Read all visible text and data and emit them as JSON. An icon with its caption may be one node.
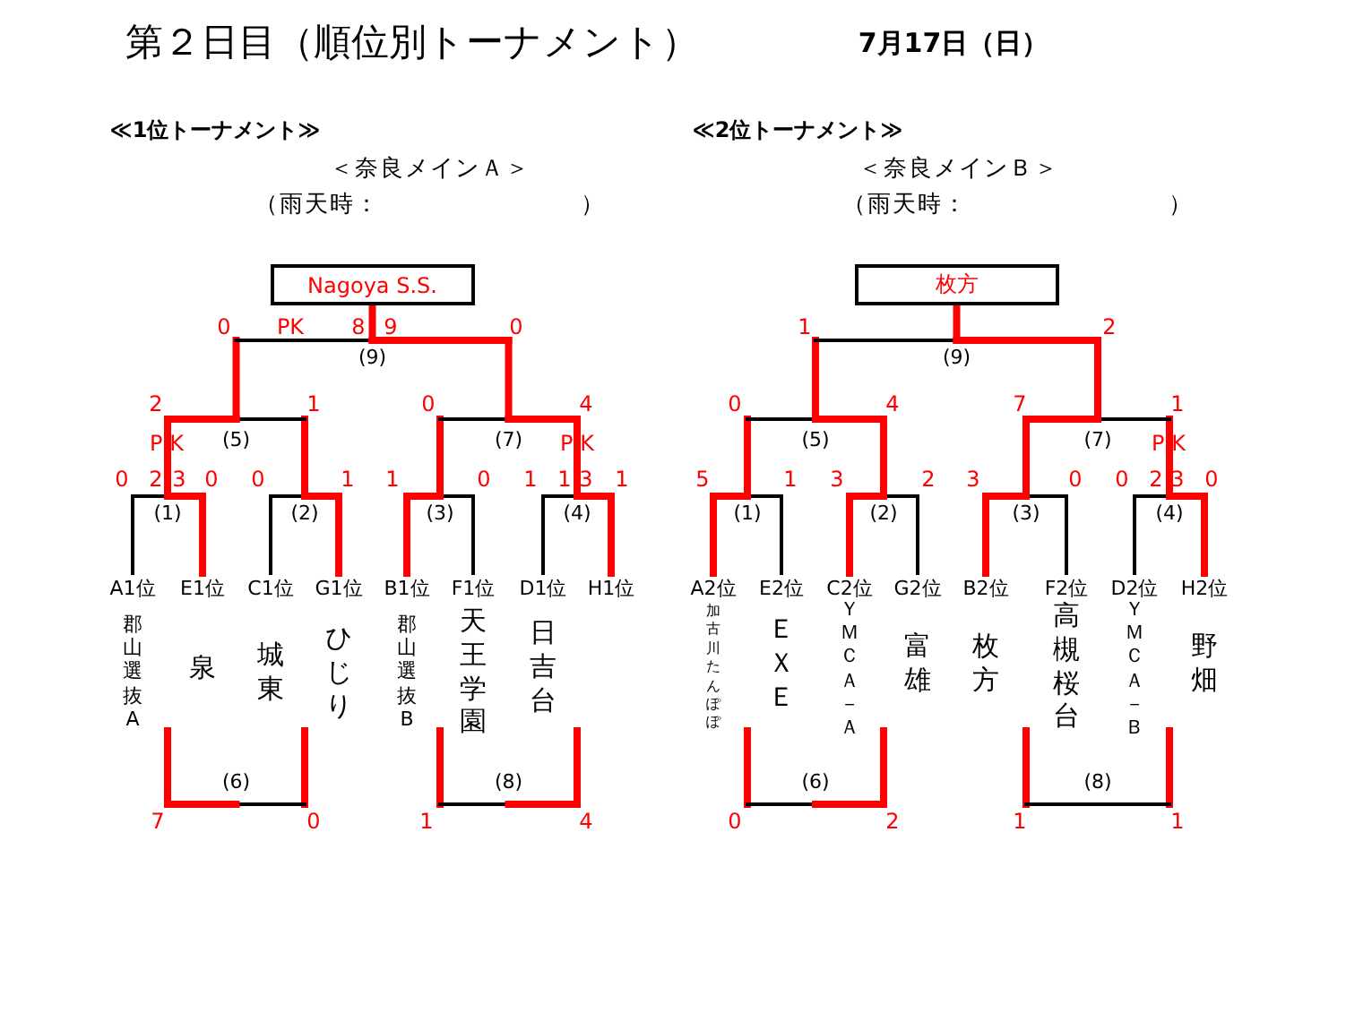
{
  "diagram": {
    "title": "第２日目（順位別トーナメント）",
    "nodes": [
      {
        "text": [
          "Nagoya S.S."
        ]
      },
      {
        "text": [
          "枚方"
        ]
      }
    ],
    "labels": [
      "7月17日（日）",
      "≪1位トーナメント≫",
      "≪2位トーナメント≫",
      "＜奈良メインＡ＞",
      "＜奈良メインＢ＞",
      "（雨天時：　　　　　　　　）",
      "（雨天時：　　　　　　　　）",
      "0",
      "PK",
      "8",
      "9",
      "0",
      "(9)",
      "2",
      "1",
      "0",
      "4",
      "P K",
      "(5)",
      "(7)",
      "P K",
      "0",
      "2",
      "3",
      "0",
      "0",
      "1",
      "1",
      "0",
      "1",
      "1",
      "3",
      "1",
      "(1)",
      "(2)",
      "(3)",
      "(4)",
      "A1位",
      "E1位",
      "C1位",
      "G1位",
      "B1位",
      "F1位",
      "D1位",
      "H1位",
      "郡山選抜A",
      "泉",
      "城東",
      "ひじり",
      "郡山選抜B",
      "天王学園",
      "日吉台",
      "(6)",
      "(8)",
      "7",
      "0",
      "1",
      "4",
      "1",
      "2",
      "(9)",
      "0",
      "4",
      "7",
      "1",
      "(5)",
      "(7)",
      "P K",
      "5",
      "1",
      "3",
      "2",
      "3",
      "0",
      "0",
      "2",
      "3",
      "0",
      "(1)",
      "(2)",
      "(3)",
      "(4)",
      "A2位",
      "E2位",
      "C2位",
      "G2位",
      "B2位",
      "F2位",
      "D2位",
      "H2位",
      "加古川たんぽぽ",
      "ＥＸＥ",
      "ＹＭＣＡ－Ａ",
      "富雄",
      "枚方",
      "高槻桜台",
      "ＹＭＣＡ－Ｂ",
      "野畑",
      "(6)",
      "(8)",
      "0",
      "2",
      "1",
      "1"
    ]
  }
}
